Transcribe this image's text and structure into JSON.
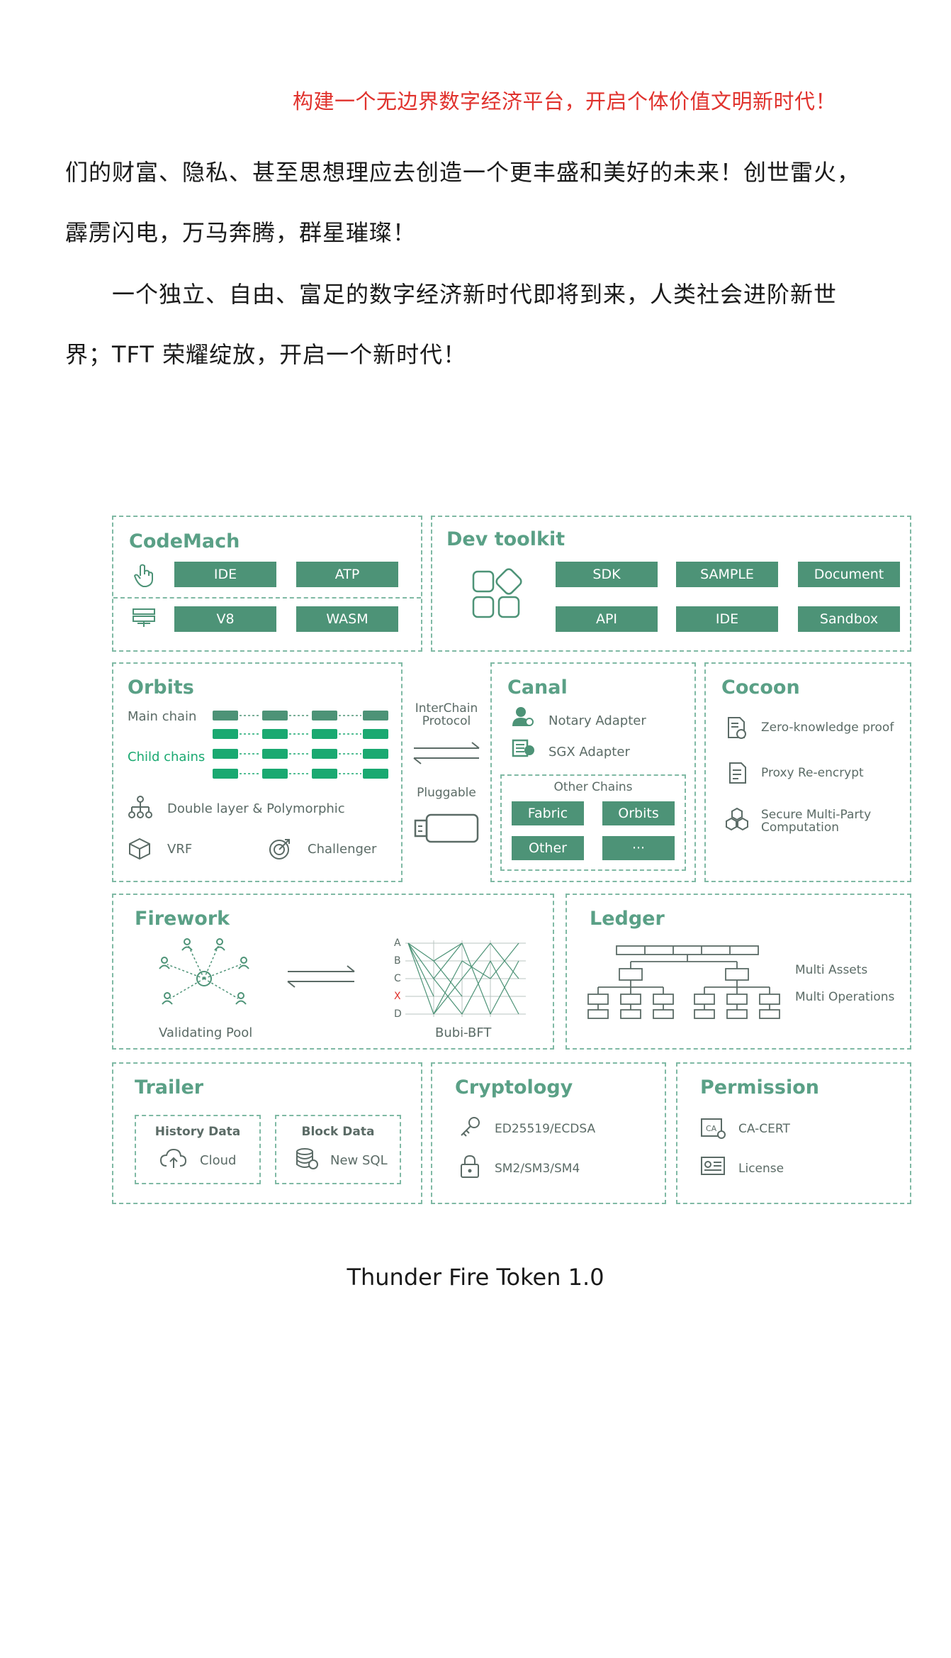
{
  "header": {
    "slogan": "构建一个无边界数字经济平台，开启个体价值文明新时代！"
  },
  "body_text": {
    "line1": "们的财富、隐私、甚至思想理应去创造一个更丰盛和美好的未来！创世雷火，",
    "line2": "霹雳闪电，万马奔腾，群星璀璨！",
    "line3": "一个独立、自由、富足的数字经济新时代即将到来，人类社会进阶新世",
    "line4": "界；TFT 荣耀绽放，开启一个新时代！"
  },
  "diagram": {
    "codemach": {
      "title": "CodeMach",
      "buttons": [
        "IDE",
        "ATP",
        "V8",
        "WASM"
      ]
    },
    "devtoolkit": {
      "title": "Dev toolkit",
      "buttons": [
        "SDK",
        "SAMPLE",
        "Document",
        "API",
        "IDE",
        "Sandbox"
      ]
    },
    "orbits": {
      "title": "Orbits",
      "main_chain": "Main chain",
      "child_chains": "Child chains",
      "double_layer": "Double layer & Polymorphic",
      "vrf": "VRF",
      "challenger": "Challenger"
    },
    "interchain": {
      "protocol": "InterChain\nProtocol",
      "pluggable": "Pluggable"
    },
    "canal": {
      "title": "Canal",
      "notary": "Notary Adapter",
      "sgx": "SGX Adapter",
      "other_chains": "Other Chains",
      "chains": [
        "Fabric",
        "Orbits",
        "Other",
        "···"
      ]
    },
    "cocoon": {
      "title": "Cocoon",
      "zkp": "Zero-knowledge proof",
      "proxy": "Proxy Re-encrypt",
      "smpc_1": "Secure Multi-Party",
      "smpc_2": "Computation"
    },
    "firework": {
      "title": "Firework",
      "pool": "Validating Pool",
      "bft": "Bubi-BFT",
      "rows": [
        "A",
        "B",
        "C",
        "X",
        "D"
      ]
    },
    "ledger": {
      "title": "Ledger",
      "assets": "Multi Assets",
      "operations": "Multi Operations"
    },
    "trailer": {
      "title": "Trailer",
      "history": "History Data",
      "cloud": "Cloud",
      "block": "Block Data",
      "sql": "New SQL"
    },
    "cryptology": {
      "title": "Cryptology",
      "algo1": "ED25519/ECDSA",
      "algo2": "SM2/SM3/SM4"
    },
    "permission": {
      "title": "Permission",
      "cacert": "CA-CERT",
      "license": "License"
    },
    "colors": {
      "accent": "#4d9377",
      "bright_green": "#1aa971",
      "dash": "#7fb9a4",
      "slogan_red": "#e0322d"
    }
  },
  "caption": "Thunder Fire Token 1.0"
}
